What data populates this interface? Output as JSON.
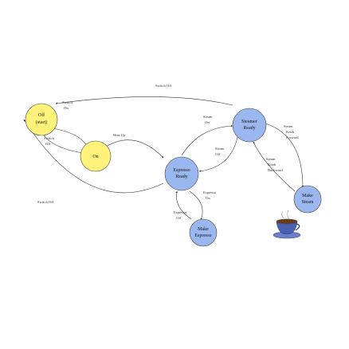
{
  "diagram": {
    "states": {
      "off": {
        "line1": "Off",
        "line2": "(start)",
        "fill": "#fff27a"
      },
      "on": {
        "line1": "On",
        "fill": "#fff27a"
      },
      "steamer_ready": {
        "line1": "Steamer",
        "line2": "Ready",
        "fill": "#9bb7f0"
      },
      "espresso_ready": {
        "line1": "Espresso",
        "line2": "Ready",
        "fill": "#9bb7f0"
      },
      "make_steam": {
        "line1": "Make",
        "line2": "Steam",
        "fill": "#9bb7f0"
      },
      "make_espresso": {
        "line1": "Make",
        "line2": "Espresso",
        "fill": "#9bb7f0"
      }
    },
    "transitions": {
      "switch_off_top": "Switch Off",
      "switch_on_1": "Switch",
      "switch_on_2": "On",
      "switch_off_left_1": "Switch",
      "switch_off_left_2": "Off",
      "heat_up": "Heat Up",
      "steam_on_1": "Steam",
      "steam_on_2": "On",
      "steam_off_1": "Steam",
      "steam_off_2": "Off",
      "knob_forward_1": "Steam",
      "knob_forward_2": "Knob",
      "knob_forward_3": "Forward",
      "knob_backward_1": "Steam",
      "knob_backward_2": "Knob",
      "knob_backward_3": "Backward",
      "switch_off_bottom": "Switch Off",
      "espresso_off_1": "Espresso",
      "espresso_off_2": "Off",
      "espresso_on_1": "Espresso",
      "espresso_on_2": "On"
    },
    "colors": {
      "line": "#333333",
      "cup": "#4a5fb0",
      "cup_saucer": "#6e7fc7",
      "coffee": "#6b3b12"
    },
    "icons": {
      "cup": "coffee-cup-icon"
    }
  }
}
